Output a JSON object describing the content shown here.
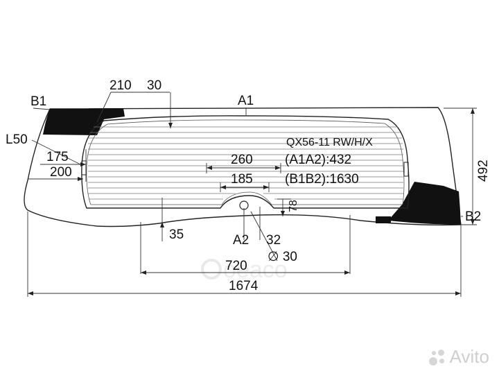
{
  "drawing": {
    "labels": {
      "b1": "B1",
      "a1": "A1",
      "l50": "L50",
      "b2": "B2",
      "a2": "A2",
      "model": "QX56-11 RW/H/X",
      "a1a2": "(A1A2):432",
      "b1b2": "(B1B2):1630"
    },
    "dimensions": {
      "d210": "210",
      "d30": "30",
      "d175": "175",
      "d200": "200",
      "d260": "260",
      "d185": "185",
      "d78": "78",
      "d492": "492",
      "d35": "35",
      "d32": "32",
      "d_diam30": "∅ 30",
      "d720": "720",
      "d1674": "1674"
    },
    "watermark": {
      "brand": "oeaco",
      "avito": "Avito"
    }
  }
}
